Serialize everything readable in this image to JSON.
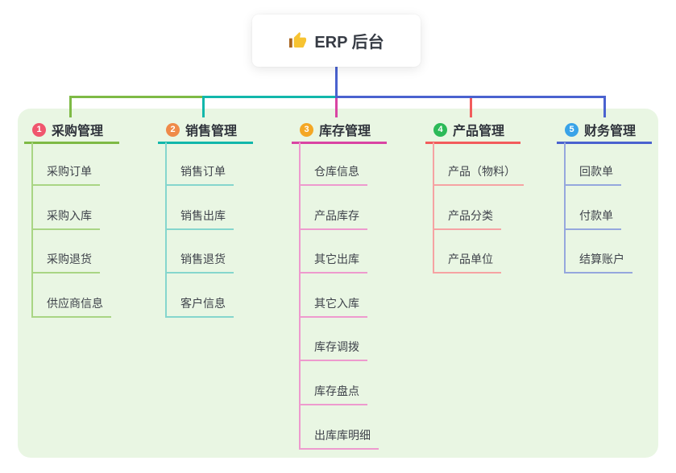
{
  "root": {
    "label": "ERP 后台",
    "icon": "thumbs-up"
  },
  "branches": [
    {
      "num": "1",
      "label": "采购管理",
      "badge_color": "#f0566e",
      "line_color": "#7eba45",
      "child_line_color": "#a9d584",
      "children": [
        "采购订单",
        "采购入库",
        "采购退货",
        "供应商信息"
      ]
    },
    {
      "num": "2",
      "label": "销售管理",
      "badge_color": "#ef8a49",
      "line_color": "#12b7ab",
      "child_line_color": "#85d6cd",
      "children": [
        "销售订单",
        "销售出库",
        "销售退货",
        "客户信息"
      ]
    },
    {
      "num": "3",
      "label": "库存管理",
      "badge_color": "#f4a725",
      "line_color": "#d944a3",
      "child_line_color": "#ee9ace",
      "children": [
        "仓库信息",
        "产品库存",
        "其它出库",
        "其它入库",
        "库存调拨",
        "库存盘点",
        "出库库明细"
      ]
    },
    {
      "num": "4",
      "label": "产品管理",
      "badge_color": "#2cba58",
      "line_color": "#f25c5c",
      "child_line_color": "#f6a3a3",
      "children": [
        "产品（物料）",
        "产品分类",
        "产品单位"
      ]
    },
    {
      "num": "5",
      "label": "财务管理",
      "badge_color": "#39a3e8",
      "line_color": "#4a62cf",
      "child_line_color": "#95a7dd",
      "children": [
        "回款单",
        "付款单",
        "结算账户"
      ]
    }
  ],
  "colors": {
    "canvas_bg": "#ffffff",
    "panel_bg": "#e9f6e3",
    "root_connector": "#4a62cf",
    "header_text": "#2f333b",
    "child_text": "#3f434b",
    "root_text": "#363b44",
    "thumb_icon_fill": "#f7c331",
    "thumb_icon_cuff": "#a9651f"
  }
}
